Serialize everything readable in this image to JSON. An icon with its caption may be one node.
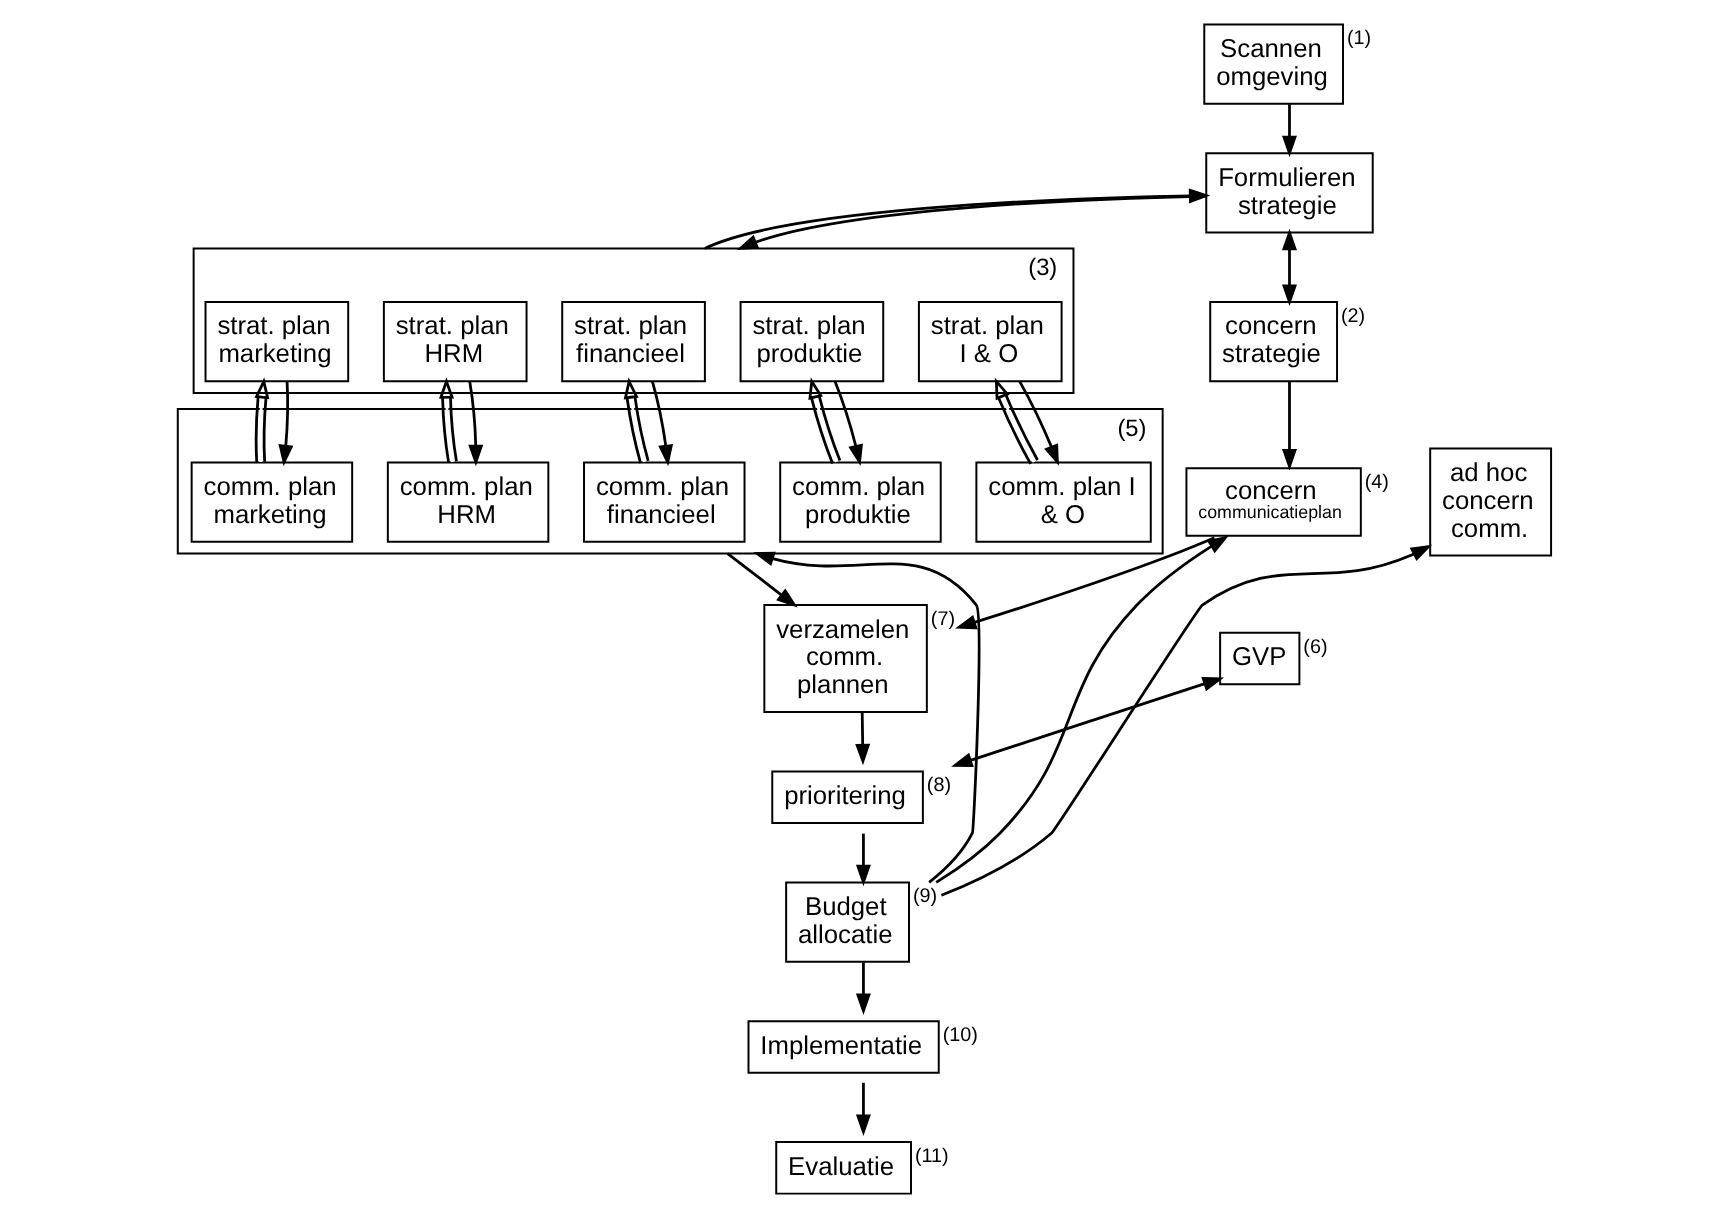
{
  "diagram": {
    "nodes": [
      {
        "text": [
          "Scannen omgeving"
        ],
        "beside": [
          "(1)"
        ]
      },
      {
        "text": [
          "Formulieren strategie"
        ]
      },
      {
        "text": [],
        "shape": "box",
        "beside": [
          "(3)"
        ]
      },
      {
        "text": [
          "strat. plan marketing"
        ],
        "in": 2
      },
      {
        "text": [
          "strat. plan HRM"
        ],
        "in": 2
      },
      {
        "text": [
          "strat. plan financieel"
        ],
        "in": 2
      },
      {
        "text": [
          "strat. plan produktie"
        ],
        "in": 2
      },
      {
        "text": [
          "strat. plan I & O"
        ],
        "in": 2
      },
      {
        "text": [],
        "shape": "box",
        "beside": [
          "(5)"
        ]
      },
      {
        "text": [
          "comm. plan marketing"
        ],
        "in": 8
      },
      {
        "text": [
          "comm. plan HRM"
        ],
        "in": 8
      },
      {
        "text": [
          "comm. plan financieel"
        ],
        "in": 8
      },
      {
        "text": [
          "comm. plan produktie"
        ],
        "in": 8
      },
      {
        "text": [
          "comm. plan I & O"
        ],
        "in": 8
      },
      {
        "text": [
          "concern strategie"
        ],
        "beside": [
          "(2)"
        ]
      },
      {
        "text": [
          "GVP"
        ],
        "beside": [
          "(6)"
        ]
      },
      {
        "text": [
          "concern",
          "communicatieplan"
        ],
        "beside": [
          "(4)"
        ]
      },
      {
        "text": [
          "ad hoc concern comm."
        ]
      },
      {
        "text": [
          "verzamelen comm. plannen"
        ],
        "beside": [
          "(7)"
        ]
      },
      {
        "text": [
          "prioritering"
        ],
        "beside": [
          "(8)"
        ]
      },
      {
        "text": [
          "Budget allocatie"
        ],
        "beside": [
          "(9)"
        ]
      },
      {
        "text": [
          "Implementatie"
        ],
        "beside": [
          "(10)"
        ]
      },
      {
        "text": [
          "Evaluatie"
        ],
        "beside": [
          "(11)"
        ]
      }
    ],
    "edges": [
      {
        "from": 0,
        "to": 1,
        "arrow": "to"
      },
      {
        "from": 1,
        "to": 2,
        "arrow": "to"
      },
      {
        "from": 2,
        "to": 1,
        "arrow": "to"
      },
      {
        "from": 1,
        "to": 14,
        "arrow": "both"
      },
      {
        "from": 3,
        "to": 9,
        "arrow": "to"
      },
      {
        "from": 9,
        "to": 3,
        "arrow": "to"
      },
      {
        "from": 4,
        "to": 10,
        "arrow": "to"
      },
      {
        "from": 10,
        "to": 4,
        "arrow": "to"
      },
      {
        "from": 5,
        "to": 11,
        "arrow": "to"
      },
      {
        "from": 11,
        "to": 5,
        "arrow": "to"
      },
      {
        "from": 6,
        "to": 12,
        "arrow": "to"
      },
      {
        "from": 12,
        "to": 6,
        "arrow": "to"
      },
      {
        "from": 7,
        "to": 13,
        "arrow": "to"
      },
      {
        "from": 13,
        "to": 7,
        "arrow": "to"
      },
      {
        "from": 14,
        "to": 16,
        "arrow": "to"
      },
      {
        "from": 8,
        "to": 18,
        "arrow": "to"
      },
      {
        "from": 16,
        "to": 18,
        "arrow": "to"
      },
      {
        "from": 15,
        "to": 19,
        "arrow": "both"
      },
      {
        "from": 18,
        "to": 19,
        "arrow": "to"
      },
      {
        "from": 19,
        "to": 20,
        "arrow": "to"
      },
      {
        "from": 20,
        "to": 8,
        "arrow": "to"
      },
      {
        "from": 20,
        "to": 16,
        "arrow": "to"
      },
      {
        "from": 20,
        "to": 17,
        "arrow": "to"
      },
      {
        "from": 20,
        "to": 21,
        "arrow": "to"
      },
      {
        "from": 21,
        "to": 22,
        "arrow": "to"
      }
    ]
  }
}
